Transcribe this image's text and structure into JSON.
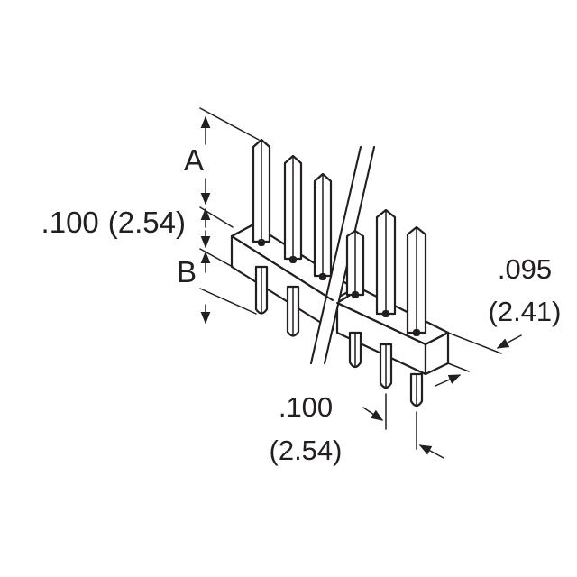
{
  "title": "",
  "labels": {
    "dim_a": "A",
    "dim_b": "B",
    "pitch_left_in": ".100",
    "pitch_left_mm": "(2.54)",
    "width_in": ".095",
    "width_mm": "(2.41)",
    "pitch_bottom_in": ".100",
    "pitch_bottom_mm": "(2.54)"
  },
  "colors": {
    "line": "#231f20",
    "background": "#ffffff"
  }
}
